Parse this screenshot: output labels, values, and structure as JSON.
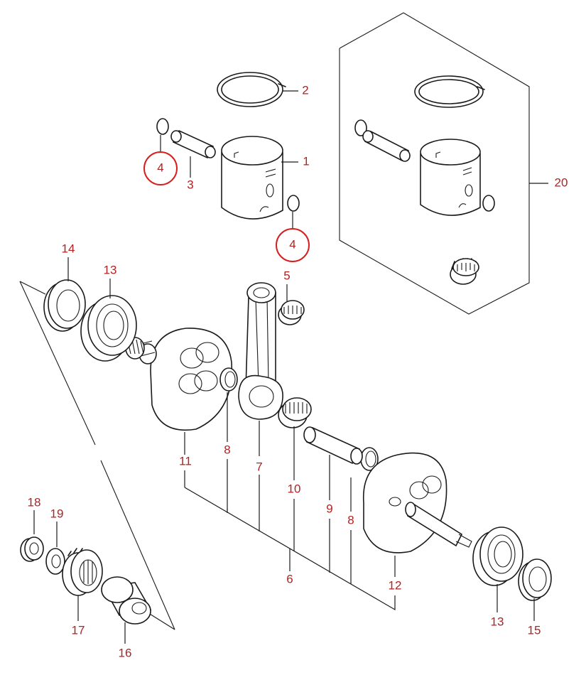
{
  "colors": {
    "label": "#b22222",
    "highlight": "#d61f1f",
    "line": "#1a1a1a"
  },
  "callouts": {
    "p1": "1",
    "p2": "2",
    "p3": "3",
    "p4a": "4",
    "p4b": "4",
    "p5": "5",
    "p6": "6",
    "p7": "7",
    "p8a": "8",
    "p8b": "8",
    "p9": "9",
    "p10": "10",
    "p11": "11",
    "p12": "12",
    "p13a": "13",
    "p13b": "13",
    "p14": "14",
    "p15": "15",
    "p16": "16",
    "p17": "17",
    "p18": "18",
    "p19": "19",
    "p20": "20"
  },
  "highlighted_callouts": [
    "p4a",
    "p4b"
  ]
}
